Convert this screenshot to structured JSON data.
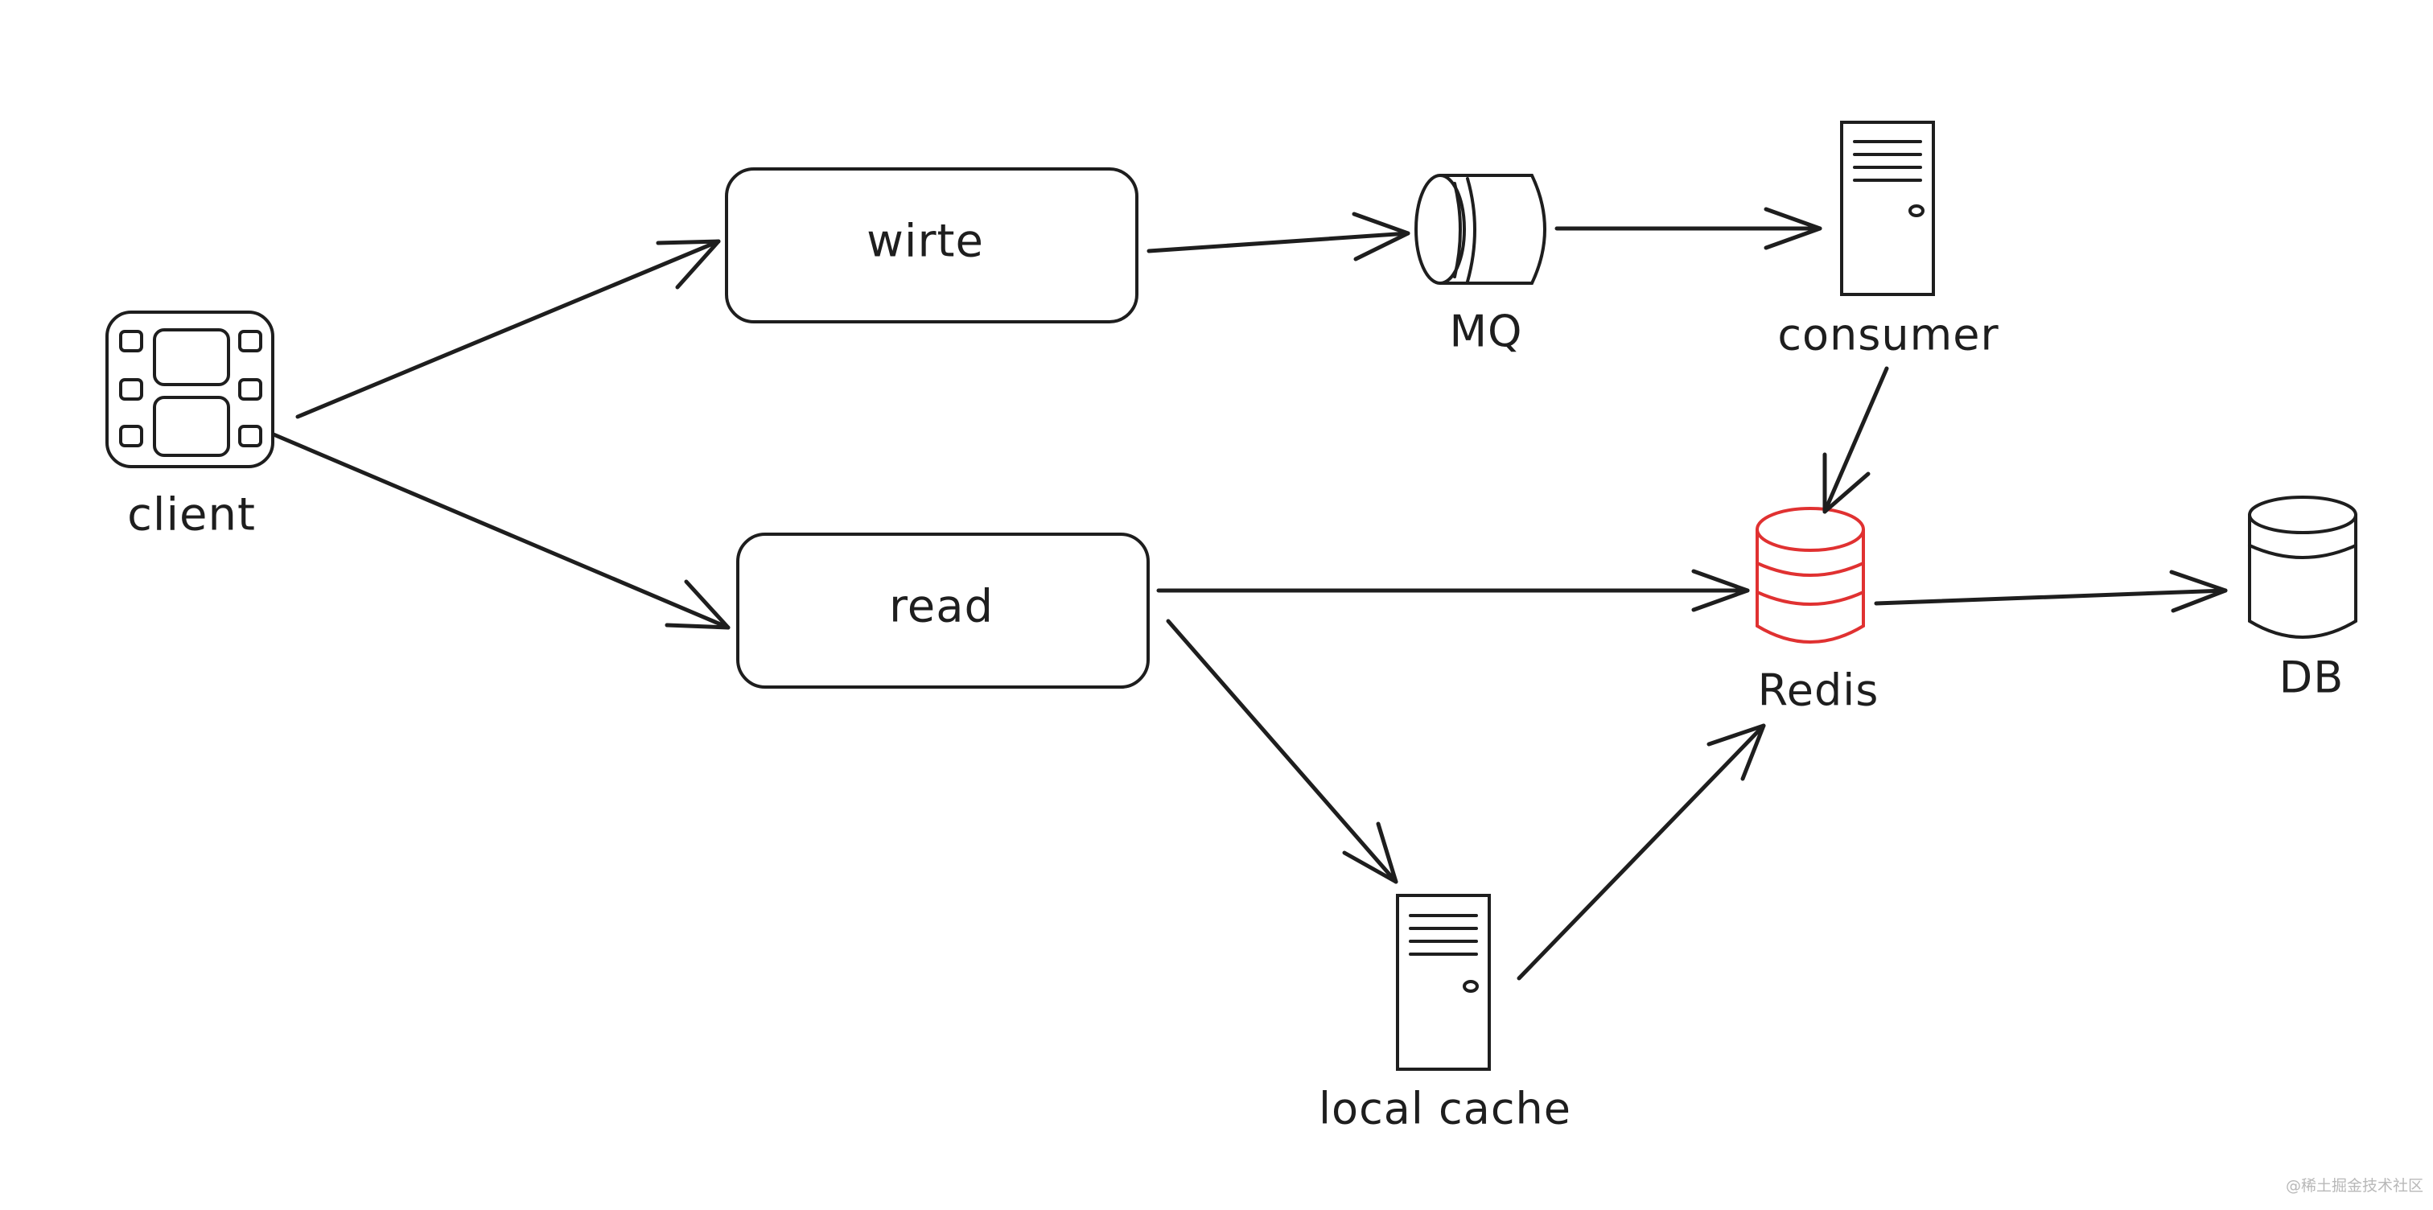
{
  "colors": {
    "stroke": "#1e1e1e",
    "redis": "#e03131",
    "background": "#ffffff",
    "watermark": "#b8b8b8"
  },
  "nodes": {
    "client": {
      "label": "client",
      "icon": "film-strip-icon"
    },
    "write": {
      "label": "wirte"
    },
    "read": {
      "label": "read"
    },
    "mq": {
      "label": "MQ",
      "icon": "queue-cylinder-icon"
    },
    "consumer": {
      "label": "consumer",
      "icon": "server-tower-icon"
    },
    "redis": {
      "label": "Redis",
      "icon": "database-icon"
    },
    "db": {
      "label": "DB",
      "icon": "database-icon"
    },
    "local_cache": {
      "label": "local cache",
      "icon": "server-tower-icon"
    }
  },
  "edges": [
    {
      "from": "client",
      "to": "write"
    },
    {
      "from": "client",
      "to": "read"
    },
    {
      "from": "write",
      "to": "mq"
    },
    {
      "from": "mq",
      "to": "consumer"
    },
    {
      "from": "consumer",
      "to": "redis"
    },
    {
      "from": "read",
      "to": "redis"
    },
    {
      "from": "read",
      "to": "local_cache"
    },
    {
      "from": "local_cache",
      "to": "redis"
    },
    {
      "from": "redis",
      "to": "db"
    }
  ],
  "watermark": "@稀土掘金技术社区"
}
